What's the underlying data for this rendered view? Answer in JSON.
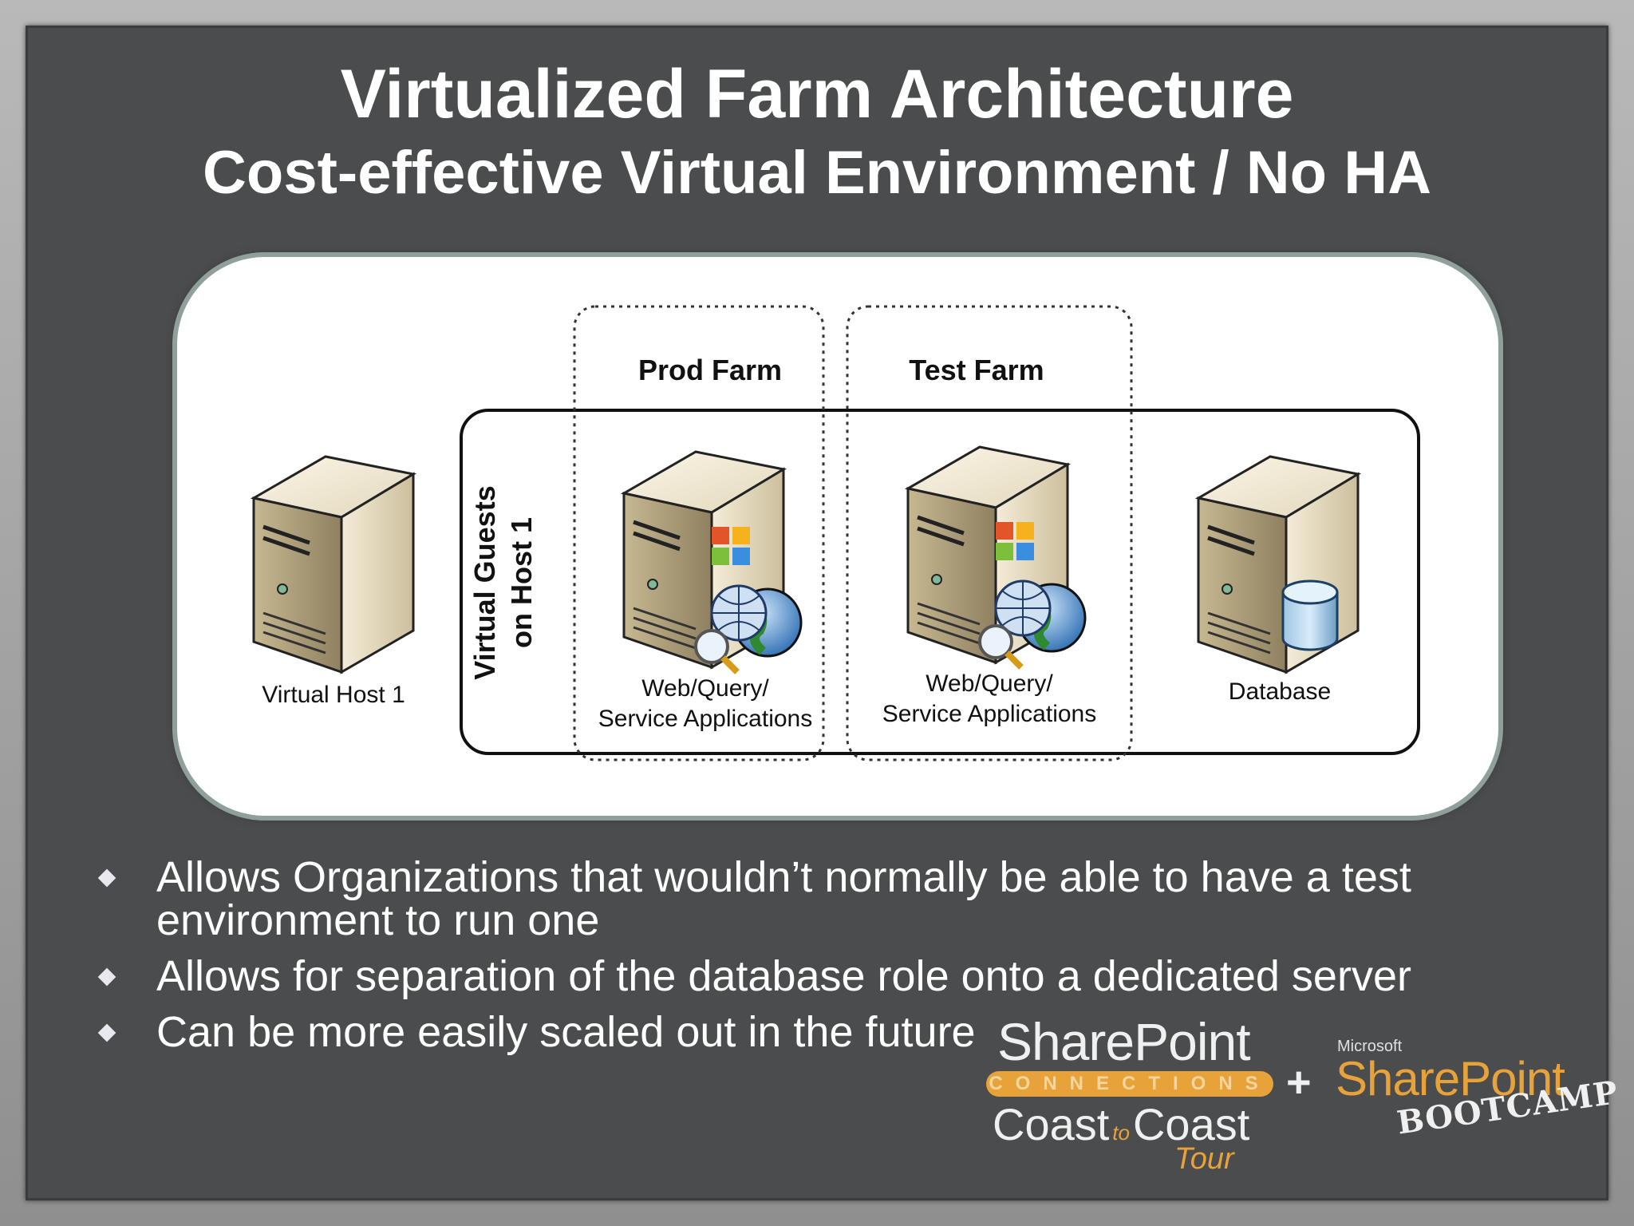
{
  "slide": {
    "title": "Virtualized Farm Architecture",
    "subtitle": "Cost-effective Virtual Environment / No HA"
  },
  "diagram": {
    "prod_farm_label": "Prod Farm",
    "test_farm_label": "Test Farm",
    "virtual_guests_label_line1": "Virtual Guests",
    "virtual_guests_label_line2": "on Host 1",
    "virtual_host_label": "Virtual Host 1",
    "prod_server_label_line1": "Web/Query/",
    "prod_server_label_line2": "Service Applications",
    "test_server_label_line1": "Web/Query/",
    "test_server_label_line2": "Service Applications",
    "database_label": "Database",
    "icons": [
      "server-icon",
      "office-logo-icon",
      "globe-search-icon",
      "database-cylinder-icon"
    ]
  },
  "bullets": [
    "Allows Organizations that wouldn’t normally be able to have a test environment to run one",
    "Allows for separation of the database role onto a dedicated server",
    "Can be more easily scaled out in the future"
  ],
  "logos": {
    "spc_title": "SharePoint",
    "spc_band": "CONNECTIONS",
    "spc_coast_left": "Coast",
    "spc_to": "to",
    "spc_coast_right": "Coast",
    "spc_tour": "Tour",
    "plus": "+",
    "bootcamp_ms": "Microsoft",
    "bootcamp_sp": "SharePoint",
    "bootcamp_word": "BOOTCAMP"
  },
  "colors": {
    "slide_background": "#4b4c4e",
    "panel_border": "#8fa09a",
    "logo_accent": "#e8a23a"
  }
}
